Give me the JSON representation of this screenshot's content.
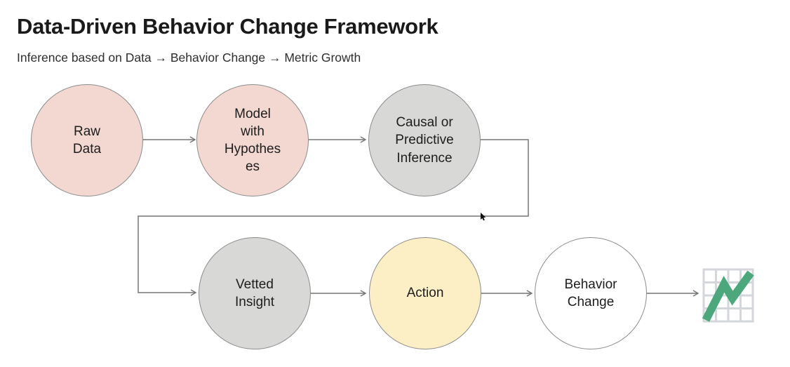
{
  "header": {
    "title": "Data-Driven Behavior Change Framework",
    "subtitle": "Inference based on Data → Behavior Change → Metric Growth"
  },
  "diagram": {
    "nodes": [
      {
        "id": "raw-data",
        "label": "Raw\nData",
        "fill": "#f3d8d2"
      },
      {
        "id": "model-with-hypotheses",
        "label": "Model\nwith\nHypothes\nes",
        "fill": "#f3d8d2"
      },
      {
        "id": "causal-or-predictive-inference",
        "label": "Causal or\nPredictive\nInference",
        "fill": "#d8d8d7"
      },
      {
        "id": "vetted-insight",
        "label": "Vetted\nInsight",
        "fill": "#d8d8d7"
      },
      {
        "id": "action",
        "label": "Action",
        "fill": "#fcefc6"
      },
      {
        "id": "behavior-change",
        "label": "Behavior\nChange",
        "fill": "#ffffff"
      }
    ],
    "icon": {
      "name": "metric-growth-chart",
      "trend_color": "#4da77d",
      "grid_color": "#d3d6da"
    },
    "connector_color": "#757575",
    "cursor_color": "#111111"
  }
}
